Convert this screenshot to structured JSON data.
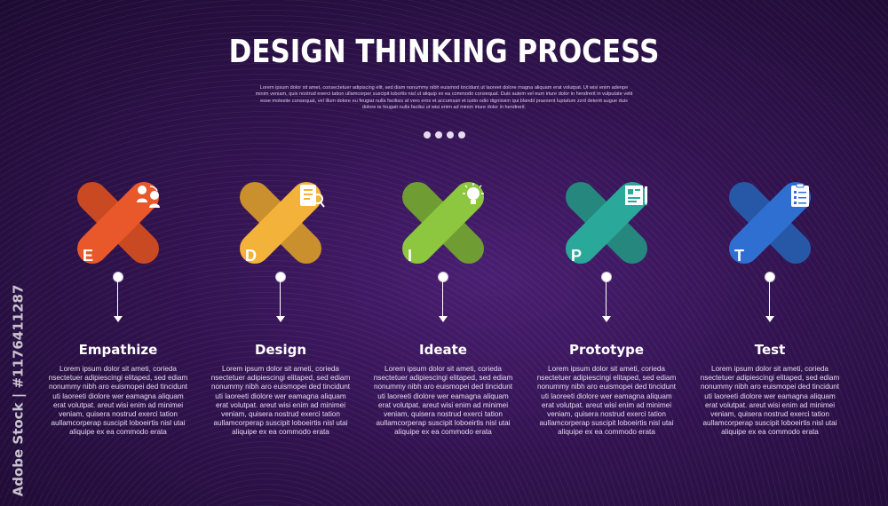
{
  "title": "DESIGN THINKING PROCESS",
  "subtitle": "Lorem ipsum dolor sit amet, consectetuer adipiscing elit, sed diam nonummy nibh euismod tincidunt ut laoreet dolore magna aliquam erat volutpat. Ut wisi enim adenpe minim veniam, quis nostrud exerci tation ullamcorper suscipit lobortis nisl ut aliquip ex ea commodo consequat. Duis autem vel eum iriure dolor in hendrerit in vulputate velit esse molestie consequat, vel illum dolore eu feugiat nulla facilisis at vero eros et accumsan et iusto odio dignissim qui blandit praesent luptatum zzril delenit augue duis dolore te feugait nulla facilisi ut wisi enim ad minim iriure dolor in hendrerit.",
  "steps": [
    {
      "letter": "E",
      "heading": "Empathize",
      "text": "Lorem ipsum dolor sit ameti, corieda nsectetuer adipiescingi elitaped, sed ediam nonummy nibh aro euismopei ded tincidunt uti laoreeti diolore wer eamagna aliquam erat volutpat. areut wisi enim ad minimei veniam, quisera nostrud exerci tation aullamcorperap suscipit loboeirtis nisl utai aliquipe ex ea commodo erata",
      "icon": "empathy-people-icon",
      "color_top": "#e8582b",
      "color_bottom": "#c94a22"
    },
    {
      "letter": "D",
      "heading": "Design",
      "text": "Lorem ipsum dolor sit ameti, corieda nsectetuer adipiescingi elitaped, sed ediam nonummy nibh aro euismopei ded tincidunt uti laoreeti diolore wer eamagna aliquam erat volutpat. areut wisi enim ad minimei veniam, quisera nostrud exerci tation aullamcorperap suscipit loboeirtis nisl utai aliquipe ex ea commodo erata",
      "icon": "checklist-search-icon",
      "color_top": "#f3b23a",
      "color_bottom": "#c9902d"
    },
    {
      "letter": "I",
      "heading": "Ideate",
      "text": "Lorem ipsum dolor sit ameti, corieda nsectetuer adipiescingi elitaped, sed ediam nonummy nibh aro euismopei ded tincidunt uti laoreeti diolore wer eamagna aliquam erat volutpat. areut wisi enim ad minimei veniam, quisera nostrud exerci tation aullamcorperap suscipit loboeirtis nisl utai aliquipe ex ea commodo erata",
      "icon": "lightbulb-icon",
      "color_top": "#8dc63f",
      "color_bottom": "#6f9c33"
    },
    {
      "letter": "P",
      "heading": "Prototype",
      "text": "Lorem ipsum dolor sit ameti, corieda nsectetuer adipiescingi elitaped, sed ediam nonummy nibh aro euismopei ded tincidunt uti laoreeti diolore wer eamagna aliquam erat volutpat. areut wisi enim ad minimei veniam, quisera nostrud exerci tation aullamcorperap suscipit loboeirtis nisl utai aliquipe ex ea commodo erata",
      "icon": "blueprint-icon",
      "color_top": "#2aa99b",
      "color_bottom": "#26877e"
    },
    {
      "letter": "T",
      "heading": "Test",
      "text": "Lorem ipsum dolor sit ameti, corieda nsectetuer adipiescingi elitaped, sed ediam nonummy nibh aro euismopei ded tincidunt uti laoreeti diolore wer eamagna aliquam erat volutpat. areut wisi enim ad minimei veniam, quisera nostrud exerci tation aullamcorperap suscipit loboeirtis nisl utai aliquipe ex ea commodo erata",
      "icon": "clipboard-checklist-icon",
      "color_top": "#2f6fd1",
      "color_bottom": "#2758a8"
    }
  ],
  "watermark": "Adobe Stock | #1176411287"
}
